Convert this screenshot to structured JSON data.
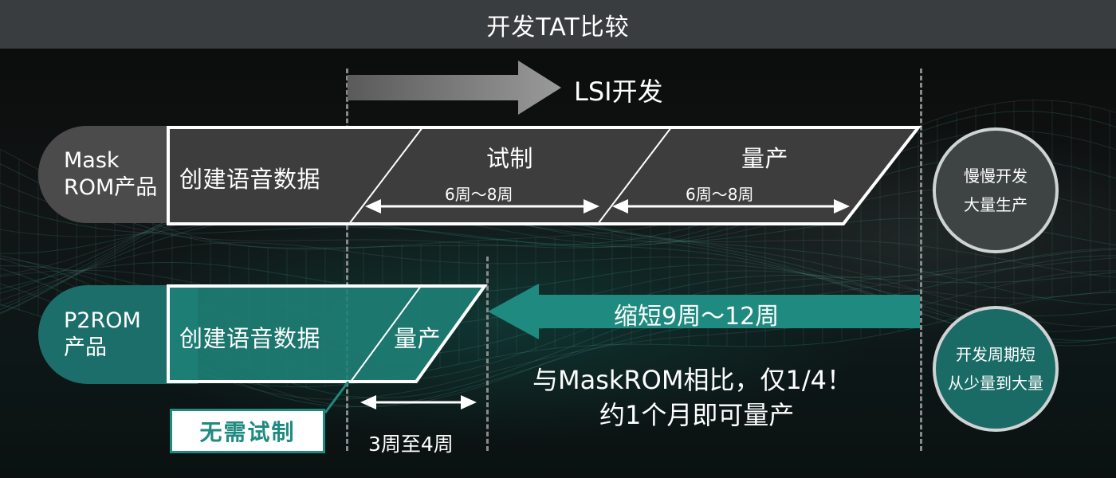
{
  "title": "开发TAT比较",
  "lsi_label": "LSI开发",
  "mask_rom": {
    "row_label_line1": "Mask",
    "row_label_line2": "ROM产品",
    "create_data": "创建语音数据",
    "trial": "试制",
    "trial_weeks": "6周～8周",
    "mass": "量产",
    "mass_weeks": "6周～8周"
  },
  "p2rom": {
    "row_label_line1": "P2ROM",
    "row_label_line2": "产品",
    "create_data": "创建语音数据",
    "mass": "量产",
    "weeks": "3周至4周",
    "no_trial_badge": "无需试制"
  },
  "shorten_label": "缩短9周～12周",
  "note_line1": "与MaskROM相比，仅1/4！",
  "note_line2": "约1个月即可量产",
  "circle_mask": {
    "line1": "慢慢开发",
    "line2": "大量生产"
  },
  "circle_p2": {
    "line1": "开发周期短",
    "line2": "从少量到大量"
  },
  "colors": {
    "teal": "#1e8a80",
    "teal_dark": "#1a6b66",
    "gray_box": "#3d3d3d",
    "title_bar": "#3a3d40"
  }
}
